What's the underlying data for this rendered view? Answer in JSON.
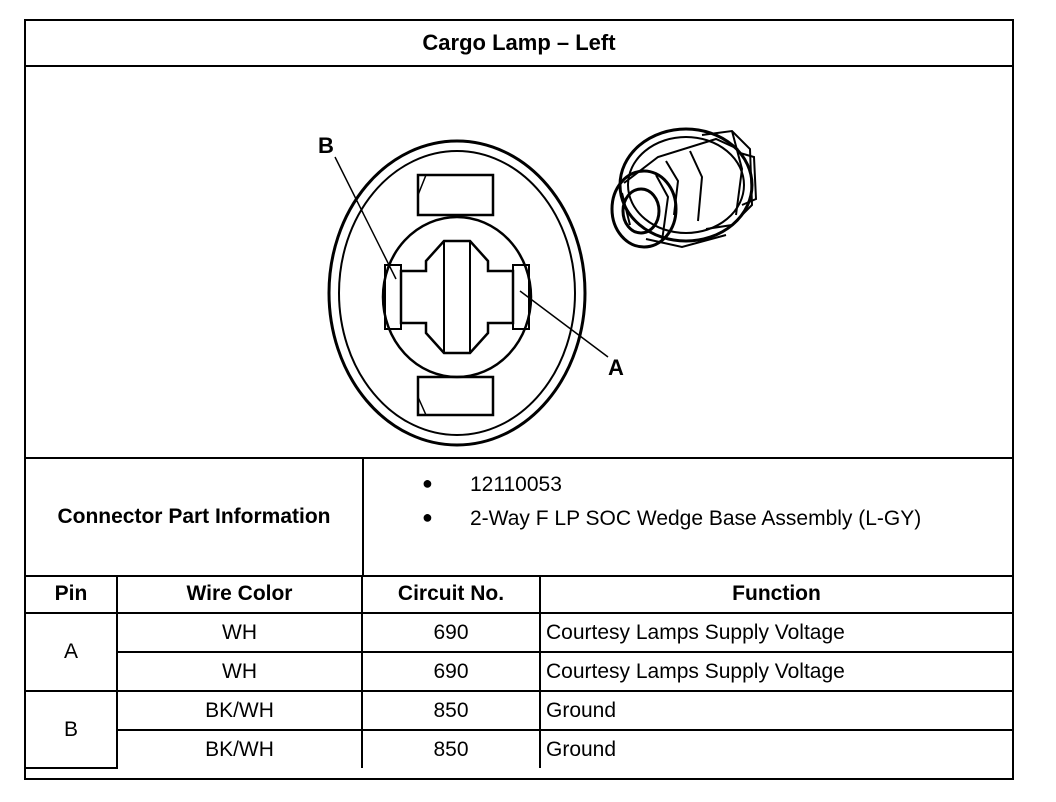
{
  "title": "Cargo Lamp – Left",
  "figure": {
    "callouts": {
      "b": "B",
      "a": "A"
    }
  },
  "connector_info": {
    "label": "Connector Part Information",
    "items": [
      "12110053",
      "2-Way F LP SOC Wedge Base Assembly (L-GY)"
    ]
  },
  "table": {
    "headers": {
      "pin": "Pin",
      "wire_color": "Wire Color",
      "circuit": "Circuit No.",
      "function": "Function"
    },
    "rows": [
      {
        "pin": "A",
        "wire_color": "WH",
        "circuit": "690",
        "function": "Courtesy Lamps Supply Voltage"
      },
      {
        "pin": "A",
        "wire_color": "WH",
        "circuit": "690",
        "function": "Courtesy Lamps Supply Voltage"
      },
      {
        "pin": "B",
        "wire_color": "BK/WH",
        "circuit": "850",
        "function": "Ground"
      },
      {
        "pin": "B",
        "wire_color": "BK/WH",
        "circuit": "850",
        "function": "Ground"
      }
    ]
  }
}
